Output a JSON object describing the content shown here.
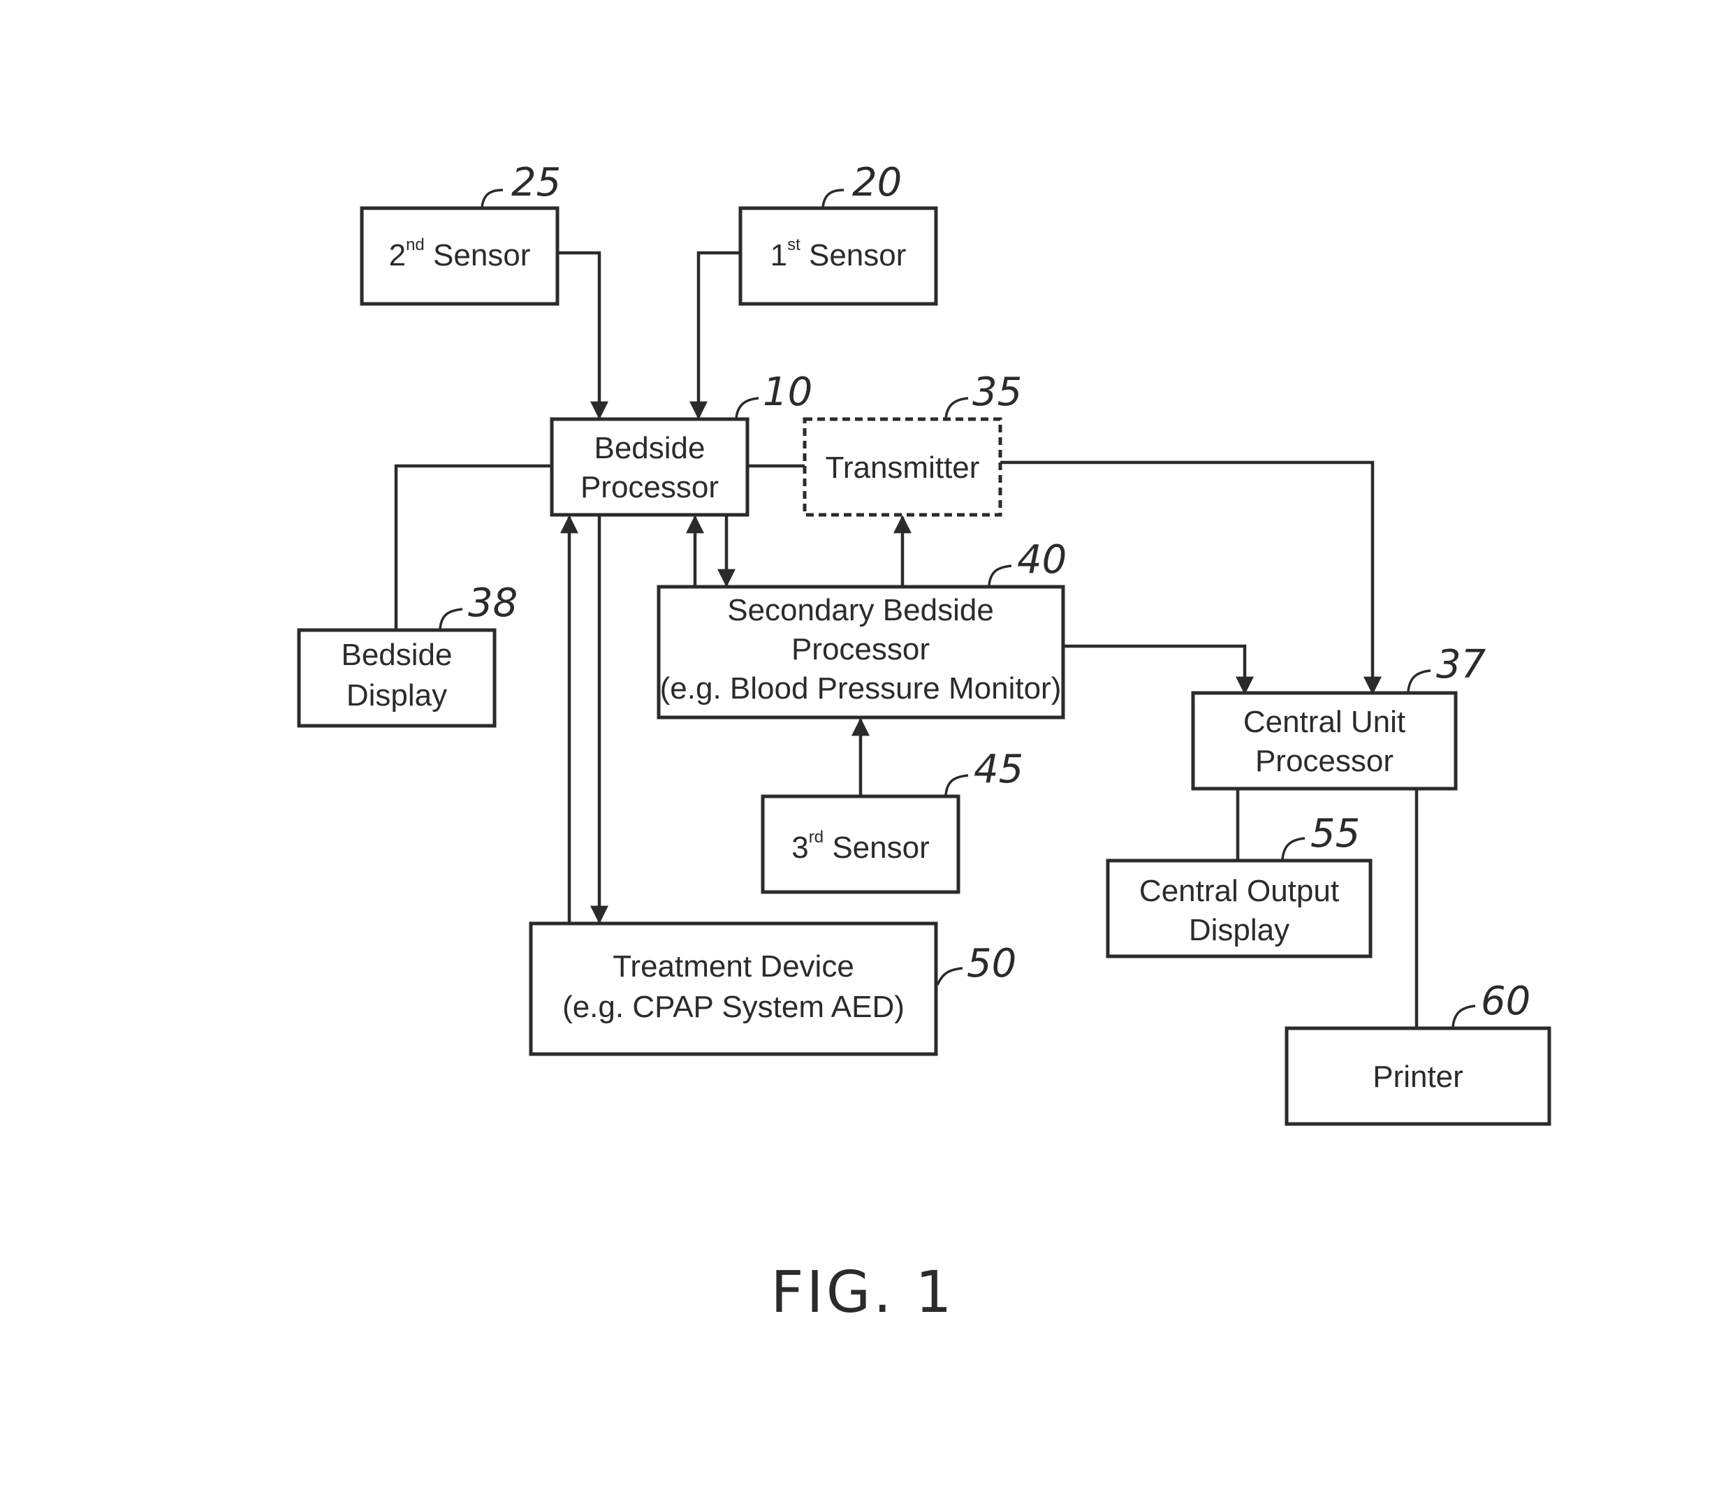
{
  "figure_label": "FIG. 1",
  "blocks": {
    "second_sensor": {
      "num": "2",
      "sup": "nd",
      "label": "Sensor",
      "ref": "25"
    },
    "first_sensor": {
      "num": "1",
      "sup": "st",
      "label": "Sensor",
      "ref": "20"
    },
    "bedside_processor": {
      "line1": "Bedside",
      "line2": "Processor",
      "ref": "10"
    },
    "transmitter": {
      "line1": "Transmitter",
      "ref": "35"
    },
    "bedside_display": {
      "line1": "Bedside",
      "line2": "Display",
      "ref": "38"
    },
    "secondary_bedside_processor": {
      "line1": "Secondary Bedside",
      "line2": "Processor",
      "line3": "(e.g. Blood Pressure Monitor)",
      "ref": "40"
    },
    "central_unit_processor": {
      "line1": "Central Unit",
      "line2": "Processor",
      "ref": "37"
    },
    "third_sensor": {
      "num": "3",
      "sup": "rd",
      "label": "Sensor",
      "ref": "45"
    },
    "central_output_display": {
      "line1": "Central Output",
      "line2": "Display",
      "ref": "55"
    },
    "treatment_device": {
      "line1": "Treatment Device",
      "line2": "(e.g. CPAP System AED)",
      "ref": "50"
    },
    "printer": {
      "line1": "Printer",
      "ref": "60"
    }
  }
}
